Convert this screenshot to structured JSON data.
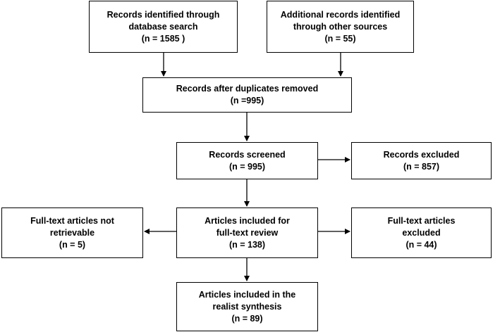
{
  "nodes": {
    "identified": {
      "lines": [
        "Records identified through",
        "database search",
        "(n = 1585 )"
      ]
    },
    "additional": {
      "lines": [
        "Additional records identified",
        "through other sources",
        "(n = 55)"
      ]
    },
    "after_duplicates": {
      "lines": [
        "Records after duplicates removed",
        "(n =995)"
      ]
    },
    "screened": {
      "lines": [
        "Records screened",
        "(n = 995)"
      ]
    },
    "excluded": {
      "lines": [
        "Records excluded",
        "(n = 857)"
      ]
    },
    "not_retrievable": {
      "lines": [
        "Full-text articles not",
        "retrievable",
        "(n = 5)"
      ]
    },
    "fulltext_review": {
      "lines": [
        "Articles included for",
        "full-text review",
        "(n = 138)"
      ]
    },
    "fulltext_excluded": {
      "lines": [
        "Full-text articles",
        "excluded",
        "(n = 44)"
      ]
    },
    "synthesis": {
      "lines": [
        "Articles included in the",
        "realist synthesis",
        "(n = 89)"
      ]
    }
  },
  "colors": {
    "stroke": "#000000",
    "fill": "#ffffff",
    "text": "#000000"
  }
}
